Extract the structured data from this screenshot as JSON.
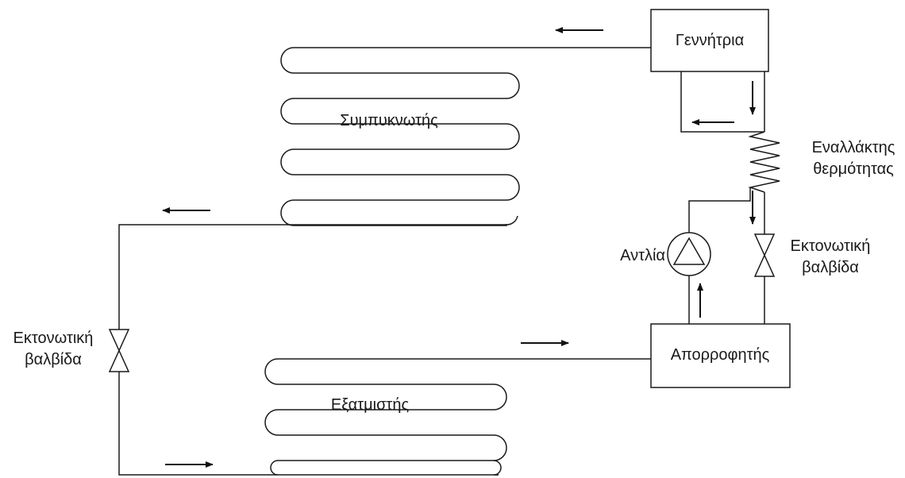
{
  "boxes": {
    "generator": "Γεννήτρια",
    "absorber": "Απορροφητής"
  },
  "labels": {
    "condenser": "Συμπυκνωτής",
    "evaporator": "Εξατμιστής",
    "heat_exchanger_line1": "Εναλλάκτης",
    "heat_exchanger_line2": "θερμότητας",
    "pump": "Αντλία",
    "valve_right_line1": "Εκτονωτική",
    "valve_right_line2": "βαλβίδα",
    "valve_left_line1": "Εκτονωτική",
    "valve_left_line2": "βαλβίδα"
  }
}
